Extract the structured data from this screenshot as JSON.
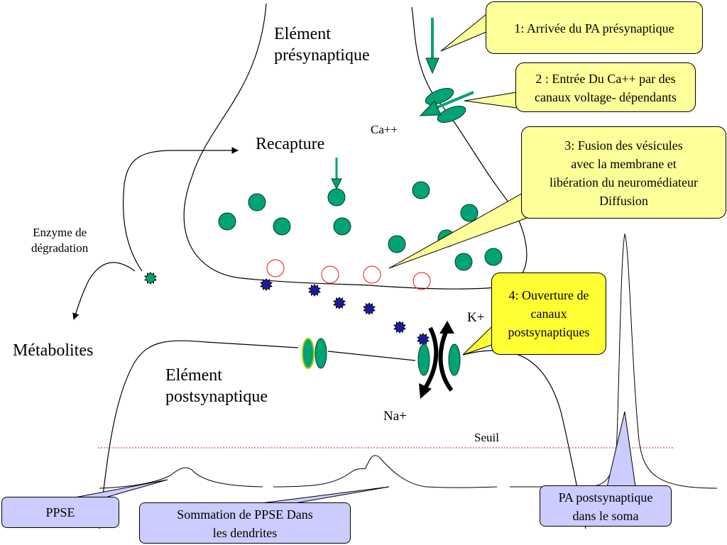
{
  "labels": {
    "presynaptic": [
      "Elément",
      "présynaptique"
    ],
    "recapture": "Recapture",
    "ca": "Ca++",
    "enzyme": [
      "Enzyme de",
      "dégradation"
    ],
    "metabolites": "Métabolites",
    "postsynaptic": [
      "Elément",
      "postsynaptique"
    ],
    "k": "K+",
    "na": "Na+",
    "seuil": "Seuil"
  },
  "callouts": {
    "step1": "1: Arrivée du PA présynaptique",
    "step2": [
      "2 : Entrée Du Ca++ par des",
      "canaux voltage- dépendants"
    ],
    "step3": [
      "3: Fusion des vésicules",
      "avec la membrane et",
      "libération du neuromédiateur",
      "Diffusion"
    ],
    "step4": [
      "4: Ouverture de",
      "canaux",
      "postsynaptiques"
    ],
    "ppse": "PPSE",
    "sommation": [
      "Sommation de PPSE Dans",
      "les dendrites"
    ],
    "pa_post": [
      "PA postsynaptique",
      "dans le soma"
    ]
  },
  "colors": {
    "vesicle": "#00a373",
    "vesicle_stroke": "#003a26",
    "neurotransmitter": "#1a1a9e",
    "fused_vesicle": "#ee1111",
    "callout_yellow": "#ffff99",
    "callout_yellow_bright": "#ffff33",
    "callout_blue": "#ccccff",
    "threshold": "#cc2222"
  }
}
